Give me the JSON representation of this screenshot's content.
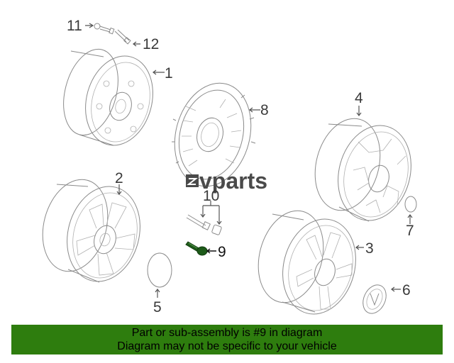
{
  "colors": {
    "footer_bg": "#2e7d0e",
    "highlight_part": "#1d5a19",
    "line": "#8a8a8a"
  },
  "watermark": {
    "text": "vparts"
  },
  "callouts": {
    "p1": "1",
    "p2": "2",
    "p3": "3",
    "p4": "4",
    "p5": "5",
    "p6": "6",
    "p7": "7",
    "p8": "8",
    "p9": "9",
    "p10": "10",
    "p11": "11",
    "p12": "12"
  },
  "footer": {
    "line1": "Part or sub-assembly is #9 in diagram",
    "line2": "Diagram may not be specific to your vehicle"
  }
}
